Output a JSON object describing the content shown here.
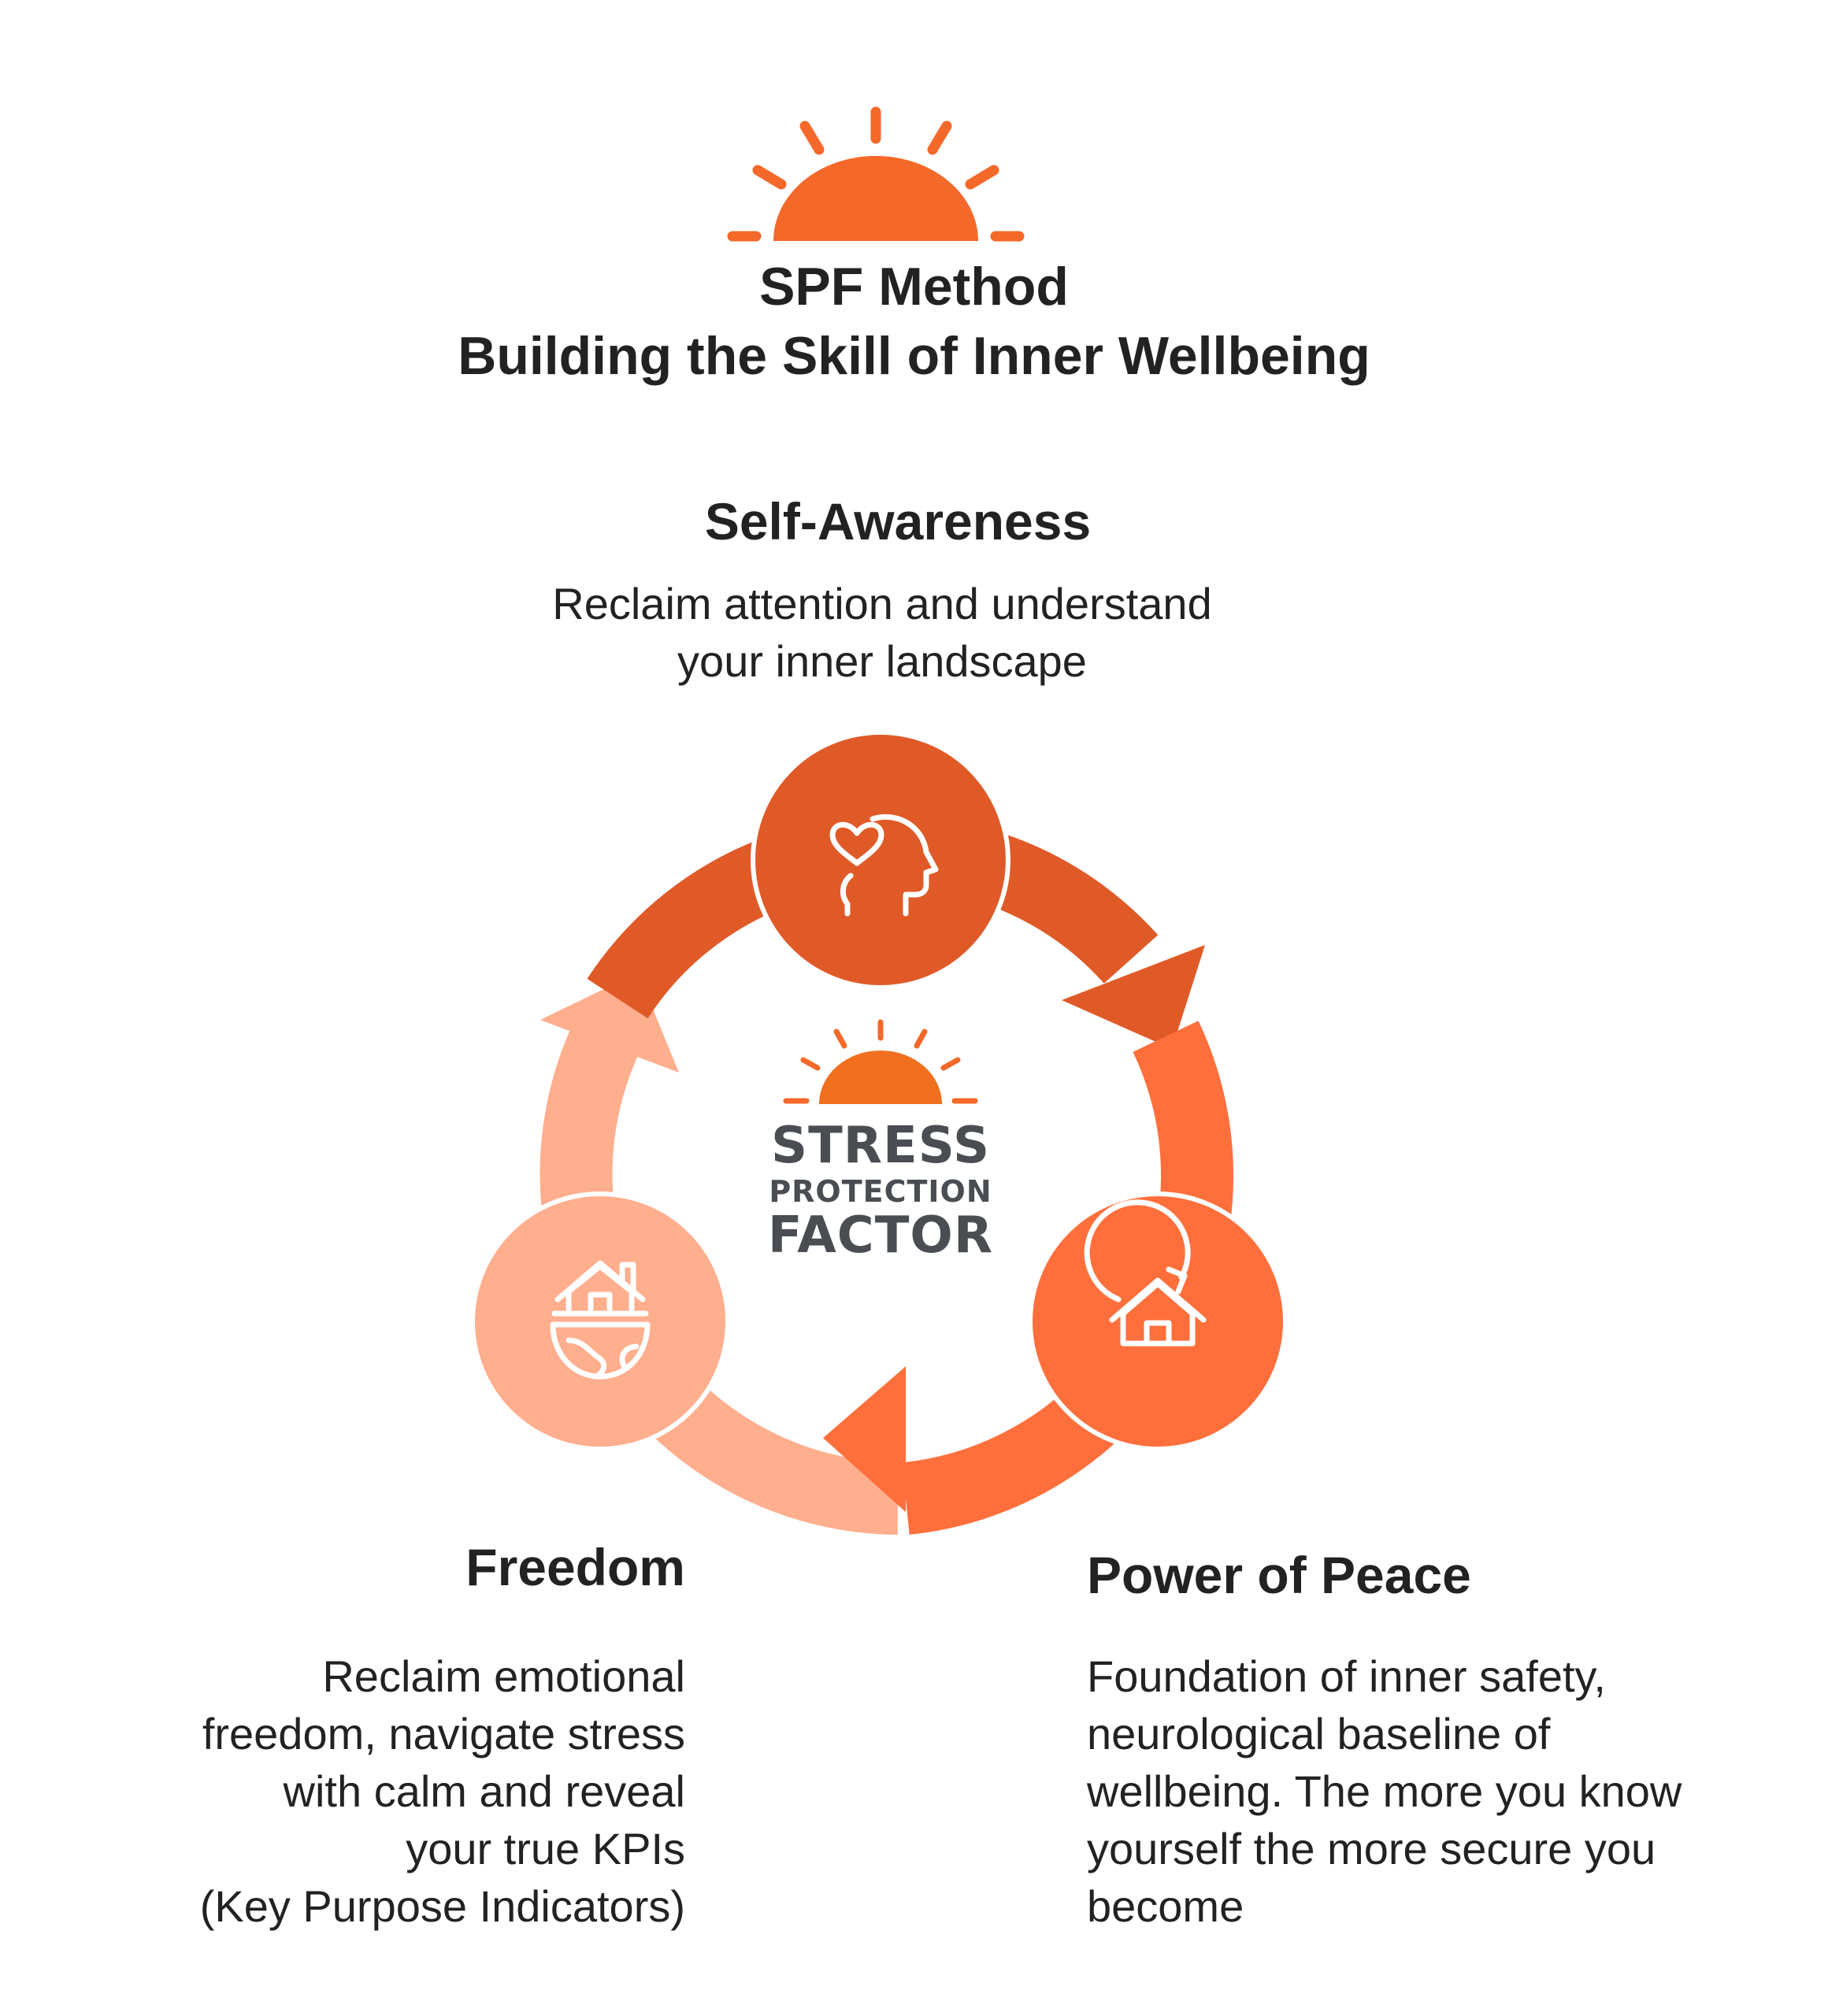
{
  "header": {
    "icon": "sunrise-icon",
    "title_line1": "SPF Method",
    "title_line2": "Building the Skill of Inner Wellbeing"
  },
  "cycle": {
    "center_logo": {
      "icon": "sunrise-icon",
      "line1": "STRESS",
      "line2": "PROTECTION",
      "line3": "FACTOR"
    },
    "nodes": [
      {
        "key": "self_awareness",
        "icon": "heart-head-icon",
        "heading": "Self-Awareness",
        "description": "Reclaim attention and understand\nyour inner landscape",
        "color": "#E05A28"
      },
      {
        "key": "power_of_peace",
        "icon": "home-cycle-icon",
        "heading": "Power of Peace",
        "description": "Foundation of inner safety,\nneurological baseline of\nwellbeing. The more you know\nyourself the more secure you\nbecome",
        "color": "#FF6F3C"
      },
      {
        "key": "freedom",
        "icon": "floating-island-home-icon",
        "heading": "Freedom",
        "description": "Reclaim emotional\nfreedom, navigate stress\nwith calm and reveal\nyour true KPIs \n(Key Purpose Indicators)",
        "color": "#FFAE8E"
      }
    ]
  },
  "colors": {
    "sun": "#F4692A",
    "text": "#222222",
    "logo_text": "#4A4E52"
  }
}
